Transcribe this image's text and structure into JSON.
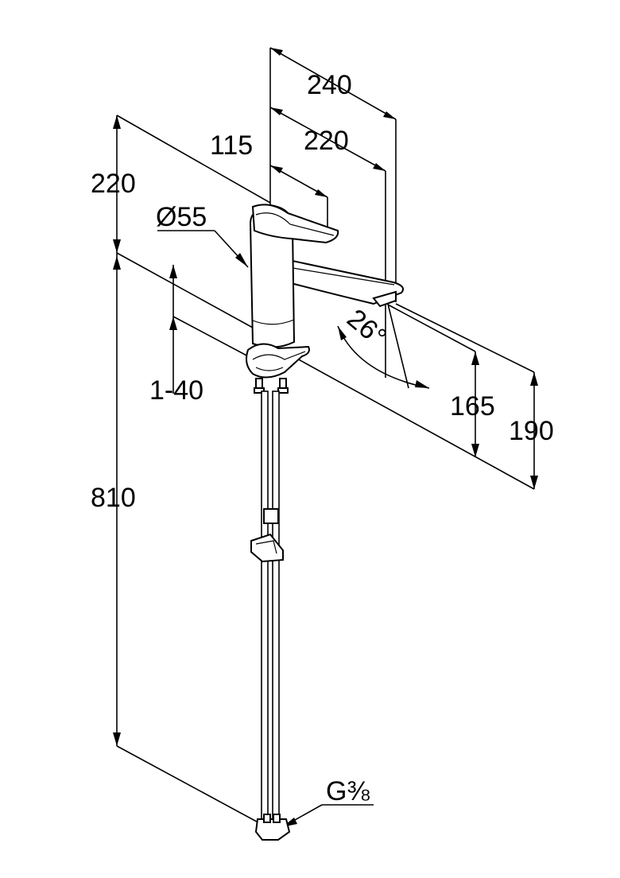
{
  "dimensions": {
    "reach_outer": "240",
    "reach_spout": "220",
    "lever_length": "115",
    "height_above_spout": "220",
    "body_diameter": "Ø55",
    "deck_thickness": "1-40",
    "hose_length": "810",
    "spout_angle": "26°",
    "outlet_height": "165",
    "total_spout_height": "190",
    "connection_thread": "G⅜"
  },
  "colors": {
    "ink": "#000000",
    "paper": "#ffffff"
  }
}
